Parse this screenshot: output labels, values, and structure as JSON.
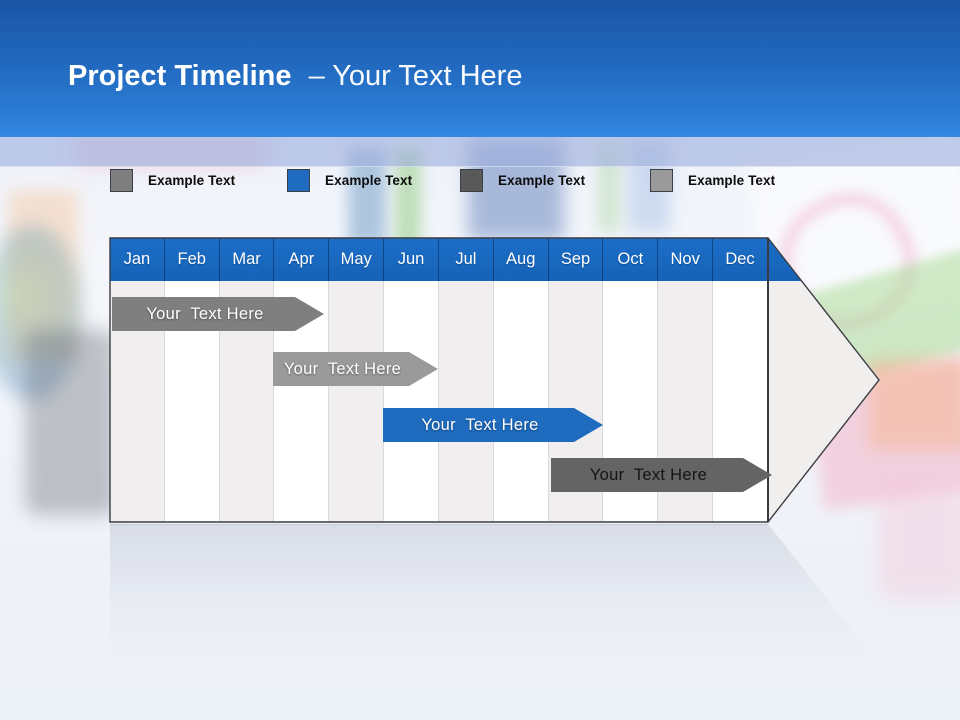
{
  "slide": {
    "title_bold": "Project Timeline",
    "title_rest": "– Your Text Here"
  },
  "colors": {
    "title_band_top": "#1b55a6",
    "title_band_bottom": "#3488e2",
    "timeline_header_blue": "#1766c1",
    "accent_blue": "#1e6bbf",
    "gray_medium": "#7f7f7f",
    "gray_light": "#9a9a9a",
    "gray_dark": "#595959"
  },
  "legend": {
    "items": [
      {
        "label": "Example Text",
        "color": "#7f7f7f"
      },
      {
        "label": "Example Text",
        "color": "#1e6bbf"
      },
      {
        "label": "Example Text",
        "color": "#595959"
      },
      {
        "label": "Example Text",
        "color": "#9a9a9a"
      }
    ]
  },
  "timeline": {
    "months": [
      "Jan",
      "Feb",
      "Mar",
      "Apr",
      "May",
      "Jun",
      "Jul",
      "Aug",
      "Sep",
      "Oct",
      "Nov",
      "Dec"
    ],
    "header_color": "#1766c1",
    "bars": [
      {
        "label": "Your  Text Here",
        "color": "#7f7f7f",
        "text_color": "#ffffff",
        "start_month": "Jan",
        "end_month": "Mar"
      },
      {
        "label": "Your  Text Here",
        "color": "#9a9a9a",
        "text_color": "#ffffff",
        "start_month": "Apr",
        "end_month": "Jun"
      },
      {
        "label": "Your  Text Here",
        "color": "#1e6bbf",
        "text_color": "#ffffff",
        "start_month": "Jun",
        "end_month": "Sep"
      },
      {
        "label": "Your  Text Here",
        "color": "#646464",
        "text_color": "#141414",
        "start_month": "Sep",
        "end_month": "Dec"
      }
    ]
  }
}
